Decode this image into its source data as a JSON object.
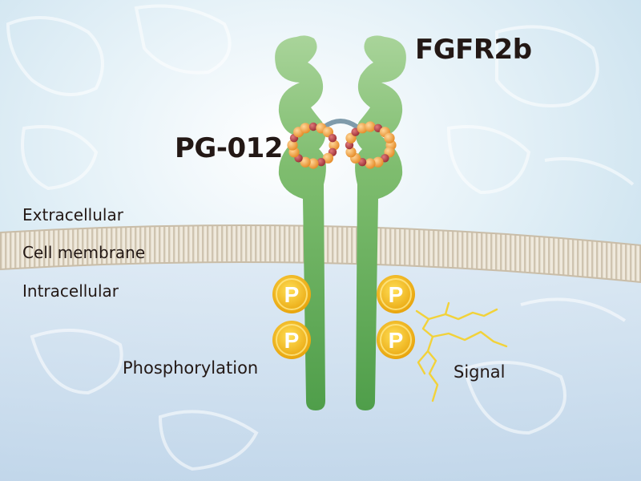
{
  "labels": {
    "receptor": "FGFR2b",
    "drug": "PG-012",
    "extracellular": "Extracellular",
    "membrane": "Cell membrane",
    "intracellular": "Intracellular",
    "phosphorylation": "Phosphorylation",
    "signal": "Signal"
  },
  "phospho_symbol": "P",
  "colors": {
    "receptor_light": "#c6e2b8",
    "receptor_dark": "#5aa652",
    "phospho_gold": "#f0b51a",
    "signal_yellow": "#f2d23a",
    "bead_orange": "#f0a640",
    "bead_red": "#b84548",
    "linker": "#7f9bab",
    "membrane": "#d8cfbf"
  }
}
